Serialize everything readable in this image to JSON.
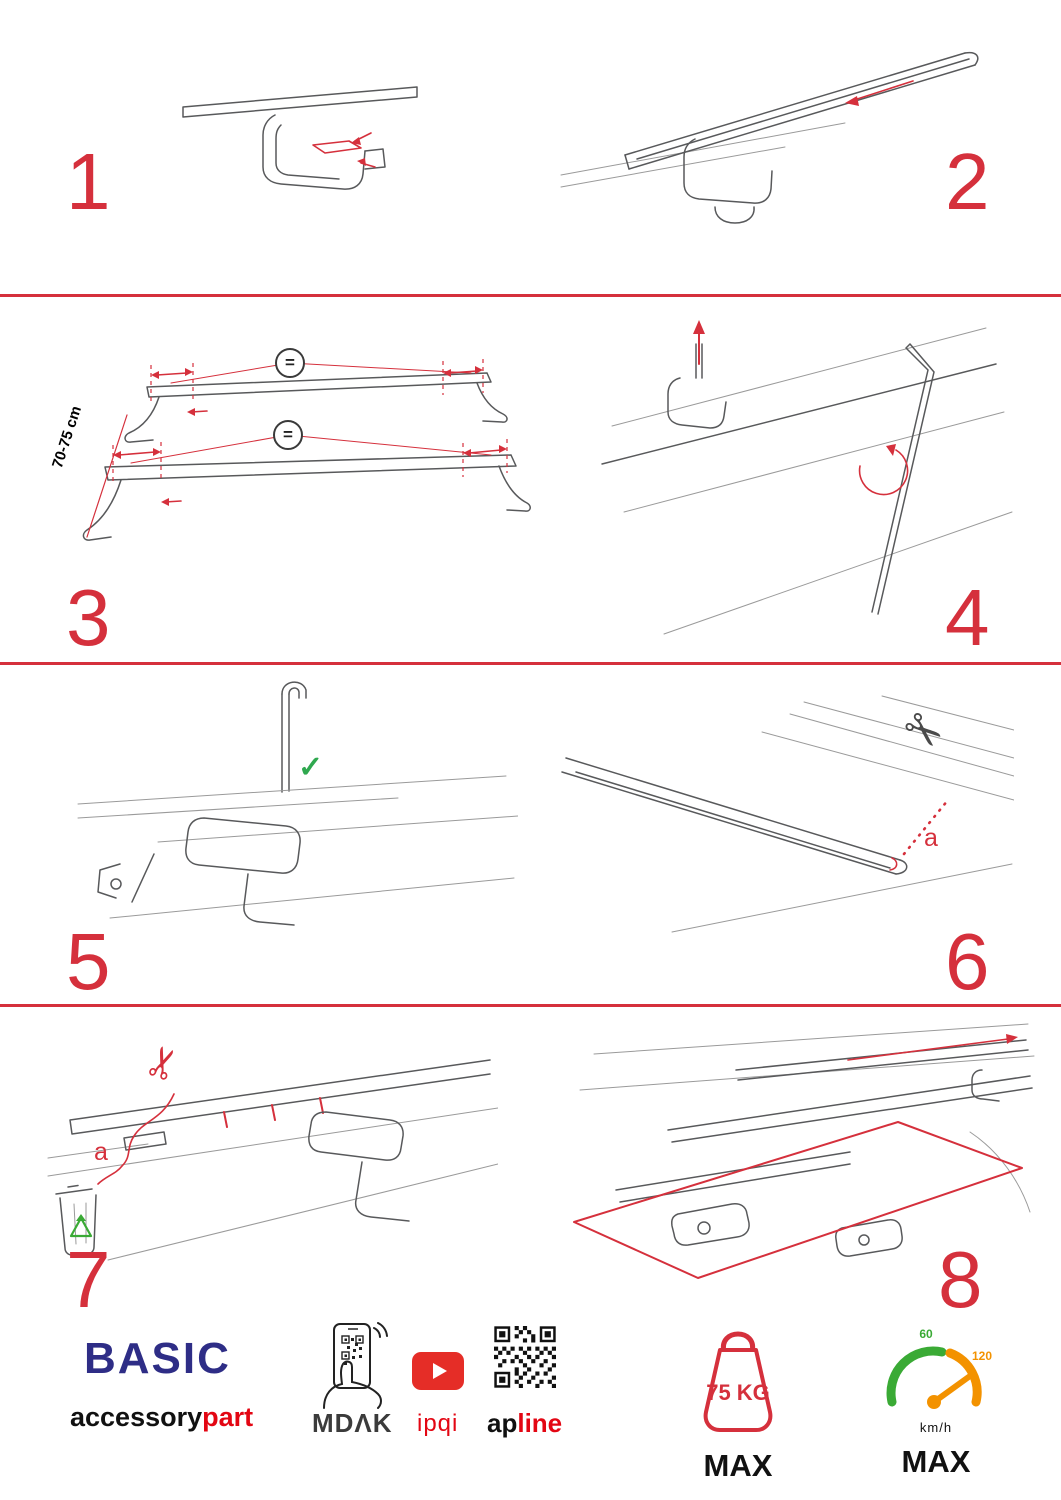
{
  "steps": [
    {
      "number": "1"
    },
    {
      "number": "2"
    },
    {
      "number": "3"
    },
    {
      "number": "4"
    },
    {
      "number": "5"
    },
    {
      "number": "6"
    },
    {
      "number": "7"
    },
    {
      "number": "8"
    }
  ],
  "annotations": {
    "equals": "=",
    "dimension": "70-75 cm",
    "check": "✓",
    "scissors": "✂",
    "cut_label": "a"
  },
  "footer": {
    "brand": "BASIC",
    "brand_word_black": "accessory",
    "brand_word_red": "part",
    "partner_mdak": "MDΛK",
    "partner_ipqi": "ipqi",
    "partner_apline_black": "ap",
    "partner_apline_red": "line",
    "max_load": "75 KG",
    "max_load_label": "MAX",
    "speed_tick_low": "60",
    "speed_tick_high": "120",
    "speed_unit": "km/h",
    "speed_label": "MAX"
  },
  "colors": {
    "accent_red": "#d5303c",
    "brand_blue": "#2e2d86",
    "logo_red": "#e30613",
    "eco_green": "#3aaa35",
    "speed_orange": "#f39200"
  }
}
